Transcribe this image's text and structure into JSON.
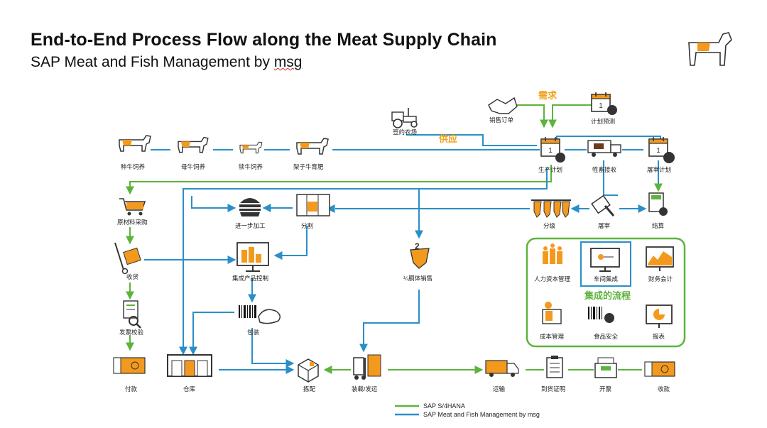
{
  "header": {
    "title": "End-to-End Process Flow along the Meat Supply Chain",
    "subtitle_pre": "SAP Meat and Fish Management by ",
    "subtitle_msg": "msg"
  },
  "tags": {
    "demand": "需求",
    "supply": "供应",
    "integrated": "集成的流程"
  },
  "nodes": {
    "breeding": "种牛饲养",
    "cow": "母牛饲养",
    "calf": "犊牛饲养",
    "fattening": "架子牛育肥",
    "farm": "签约农场",
    "sales_order": "销售订单",
    "forecast": "计划预测",
    "production_plan": "生产计划",
    "livestock_receipt": "牲畜接收",
    "slaughter_plan": "屠宰计划",
    "procurement": "原材料采购",
    "processing": "进一步加工",
    "cutting": "分割",
    "grading": "分级",
    "slaughter": "屠宰",
    "settlement": "结算",
    "receiving": "收货",
    "integrated_planning": "集成产品控制",
    "quarter_sales": "¼胴体销售",
    "invoice_verify": "发票校验",
    "packing": "包装",
    "payment": "付款",
    "warehouse": "仓库",
    "picking": "拣配",
    "loading": "装载/发运",
    "transport": "运输",
    "delivery_proof": "到货证明",
    "billing": "开票",
    "collection": "收款"
  },
  "integrated_box": {
    "hr": "人力资本管理",
    "shopfloor": "车间集成",
    "finance": "财务会计",
    "cost": "成本管理",
    "food_safety": "食品安全",
    "reporting": "报表"
  },
  "legend": {
    "green": "SAP S/4HANA",
    "blue": "SAP Meat and Fish Management by msg"
  },
  "colors": {
    "green": "#5db33c",
    "blue": "#2a8fc8",
    "orange": "#f39a1e",
    "demand": "#f0a21e"
  }
}
